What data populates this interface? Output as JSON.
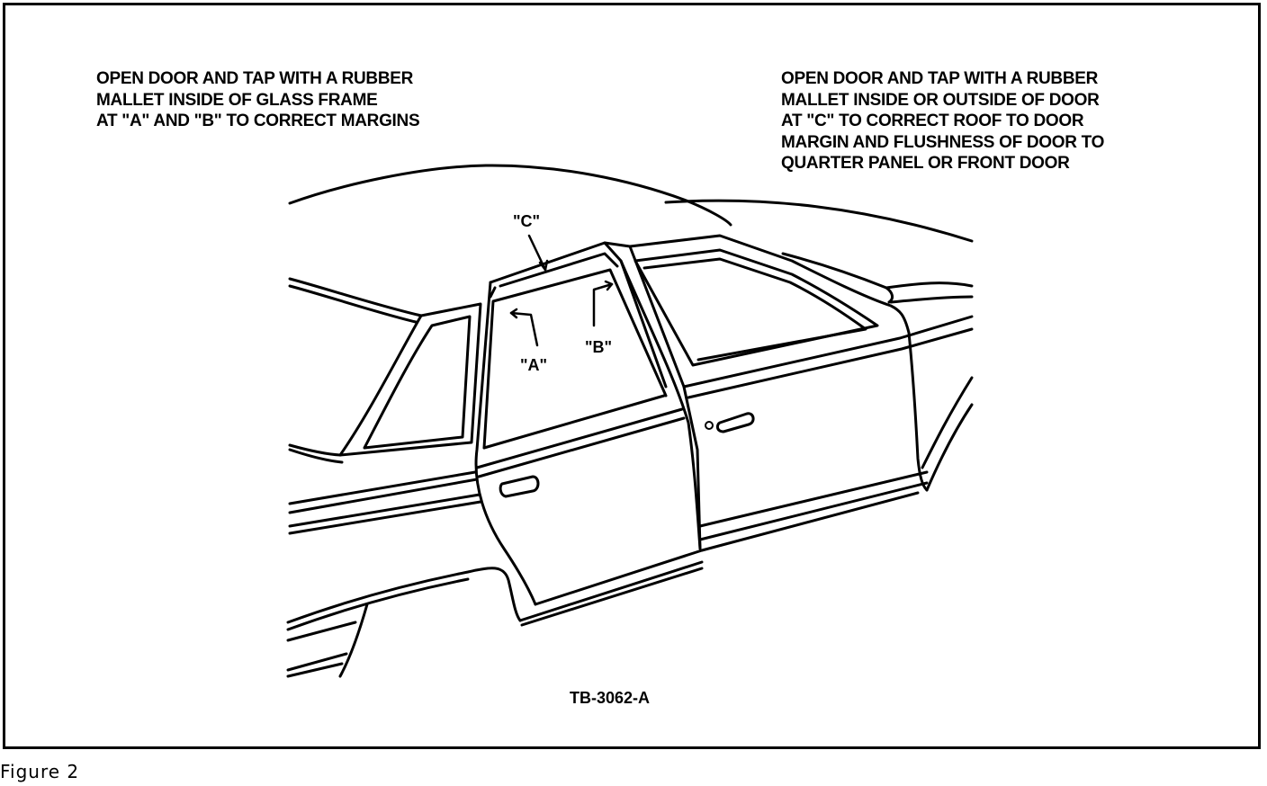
{
  "notes": {
    "left": [
      "OPEN DOOR AND TAP WITH A RUBBER",
      "MALLET INSIDE OF GLASS FRAME",
      "AT \"A\" AND \"B\" TO CORRECT MARGINS"
    ],
    "right": [
      "OPEN DOOR AND TAP WITH A RUBBER",
      "MALLET INSIDE OR OUTSIDE OF DOOR",
      "AT \"C\" TO CORRECT ROOF TO DOOR",
      "MARGIN AND FLUSHNESS OF DOOR TO",
      "QUARTER PANEL OR FRONT DOOR"
    ]
  },
  "callouts": {
    "a": "\"A\"",
    "b": "\"B\"",
    "c": "\"C\""
  },
  "drawing_id": "TB-3062-A",
  "caption": "Figure 2"
}
